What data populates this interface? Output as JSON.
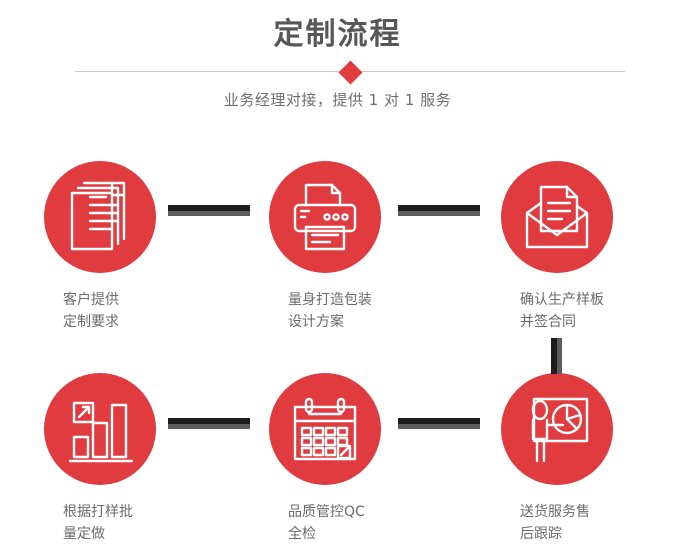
{
  "header": {
    "title": "定制流程",
    "subtitle": "业务经理对接，提供 1 对 1 服务",
    "divider_icon": "diamond-icon",
    "accent_color": "#e03b3f",
    "title_color": "#575757",
    "subtitle_color": "#6e6e6e",
    "divider_color": "#c9c9c9"
  },
  "steps": [
    {
      "index": "1",
      "icon": "documents-stack-icon",
      "label": "客户提供\n定制要求",
      "circle_color": "#e03b3f"
    },
    {
      "index": "2",
      "icon": "printer-icon",
      "label": "量身打造包装\n设计方案",
      "circle_color": "#e03b3f"
    },
    {
      "index": "3",
      "icon": "envelope-document-icon",
      "label": "确认生产样板\n并签合同",
      "circle_color": "#e03b3f"
    },
    {
      "index": "4",
      "icon": "bar-chart-growth-icon",
      "label": "根据打样批\n量定做",
      "circle_color": "#e03b3f"
    },
    {
      "index": "5",
      "icon": "calendar-check-icon",
      "label": "品质管控QC\n全检",
      "circle_color": "#e03b3f"
    },
    {
      "index": "6",
      "icon": "presenter-pie-chart-icon",
      "label": "送货服务售\n后跟踪",
      "circle_color": "#e03b3f"
    }
  ],
  "connectors": {
    "dark_color": "#1c1c1c",
    "shadow_color": "#5c5c5c",
    "horizontal_count": "4",
    "vertical_count": "1"
  }
}
